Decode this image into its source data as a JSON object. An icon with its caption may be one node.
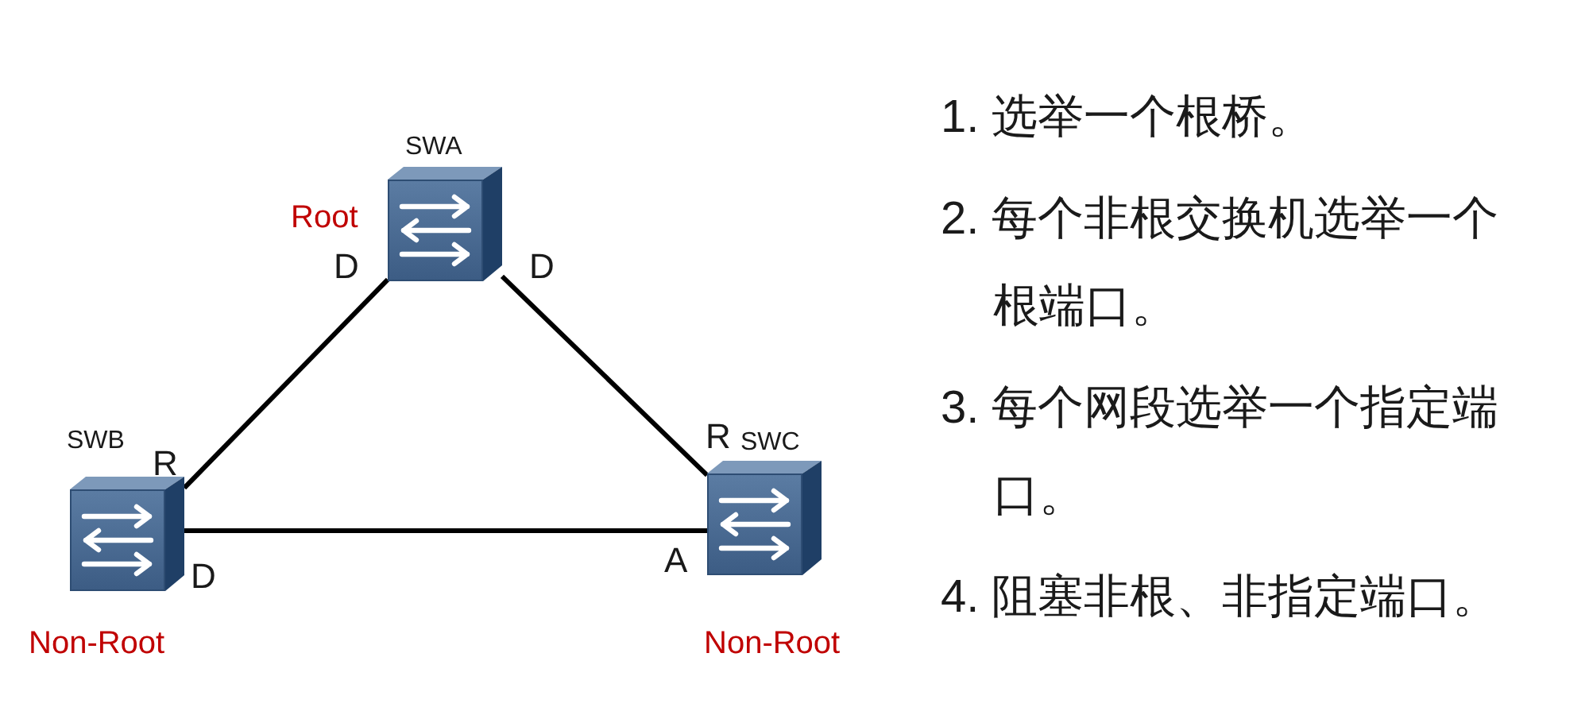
{
  "diagram": {
    "nodes": [
      {
        "text": [
          "SWA"
        ],
        "beside": [
          "Root"
        ]
      },
      {
        "text": [
          "SWB"
        ],
        "beside": [
          "Non-Root"
        ]
      },
      {
        "text": [
          "SWC"
        ],
        "beside": [
          "Non-Root"
        ]
      }
    ],
    "edges": [
      {
        "from": 0,
        "to": 1,
        "arrow": "none"
      },
      {
        "from": 0,
        "to": 2,
        "arrow": "none"
      },
      {
        "from": 1,
        "to": 2,
        "arrow": "none"
      }
    ],
    "labels": [
      "D",
      "D",
      "R",
      "R",
      "D",
      "A",
      "1. 选举一个根桥。",
      "2. 每个非根交换机选举一个根端口。",
      "3. 每个网段选举一个指定端口。",
      "4. 阻塞非根、非指定端口。"
    ]
  }
}
